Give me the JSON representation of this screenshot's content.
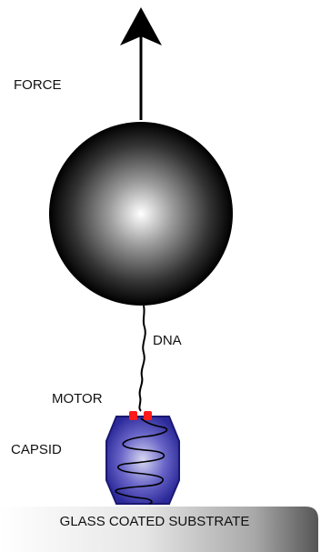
{
  "labels": {
    "force": "FORCE",
    "dna": "DNA",
    "motor": "MOTOR",
    "capsid": "CAPSID",
    "substrate": "GLASS COATED SUBSTRATE"
  },
  "colors": {
    "capsid_fill": "#3d3ab0",
    "capsid_stroke": "#1a1870",
    "motor": "#ff1a1a",
    "bead_dark": "#000000",
    "bead_light": "#ffffff",
    "arrow": "#000000",
    "substrate_dark": "#555555",
    "substrate_light": "#ffffff"
  }
}
